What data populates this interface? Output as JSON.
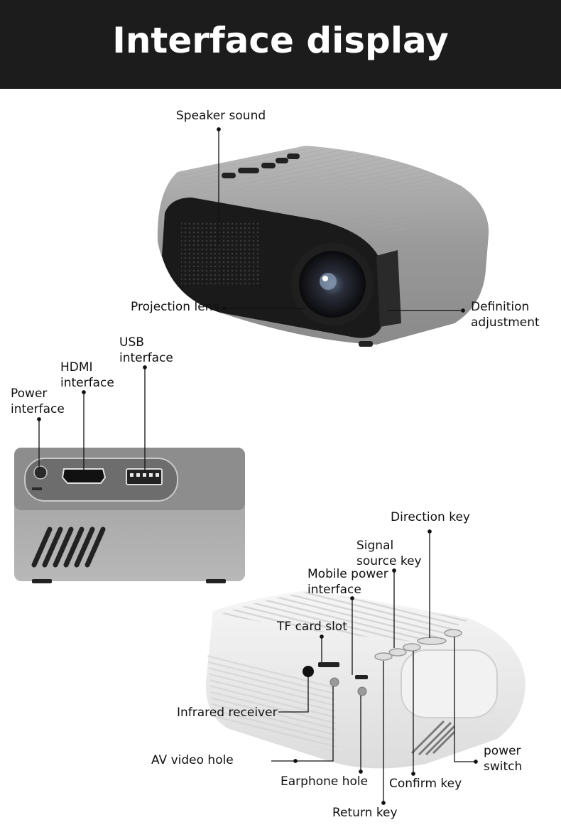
{
  "header": {
    "title": "Interface display"
  },
  "view1": {
    "speaker_sound": "Speaker sound",
    "projection_lens": "Projection lens",
    "definition_adjustment_1": "Definition",
    "definition_adjustment_2": "adjustment"
  },
  "view2": {
    "usb_1": "USB",
    "usb_2": "interface",
    "hdmi_1": "HDMI",
    "hdmi_2": "interface",
    "power_1": "Power",
    "power_2": "interface"
  },
  "view3": {
    "direction_key": "Direction key",
    "signal_1": "Signal",
    "signal_2": "source key",
    "mobile_1": "Mobile power",
    "mobile_2": "interface",
    "tf_card_slot": "TF card slot",
    "infrared_receiver": "Infrared receiver",
    "av_video_hole": "AV video hole",
    "earphone_hole": "Earphone hole",
    "return_key": "Return key",
    "confirm_key": "Confirm key",
    "power_switch_1": "power",
    "power_switch_2": "switch"
  }
}
